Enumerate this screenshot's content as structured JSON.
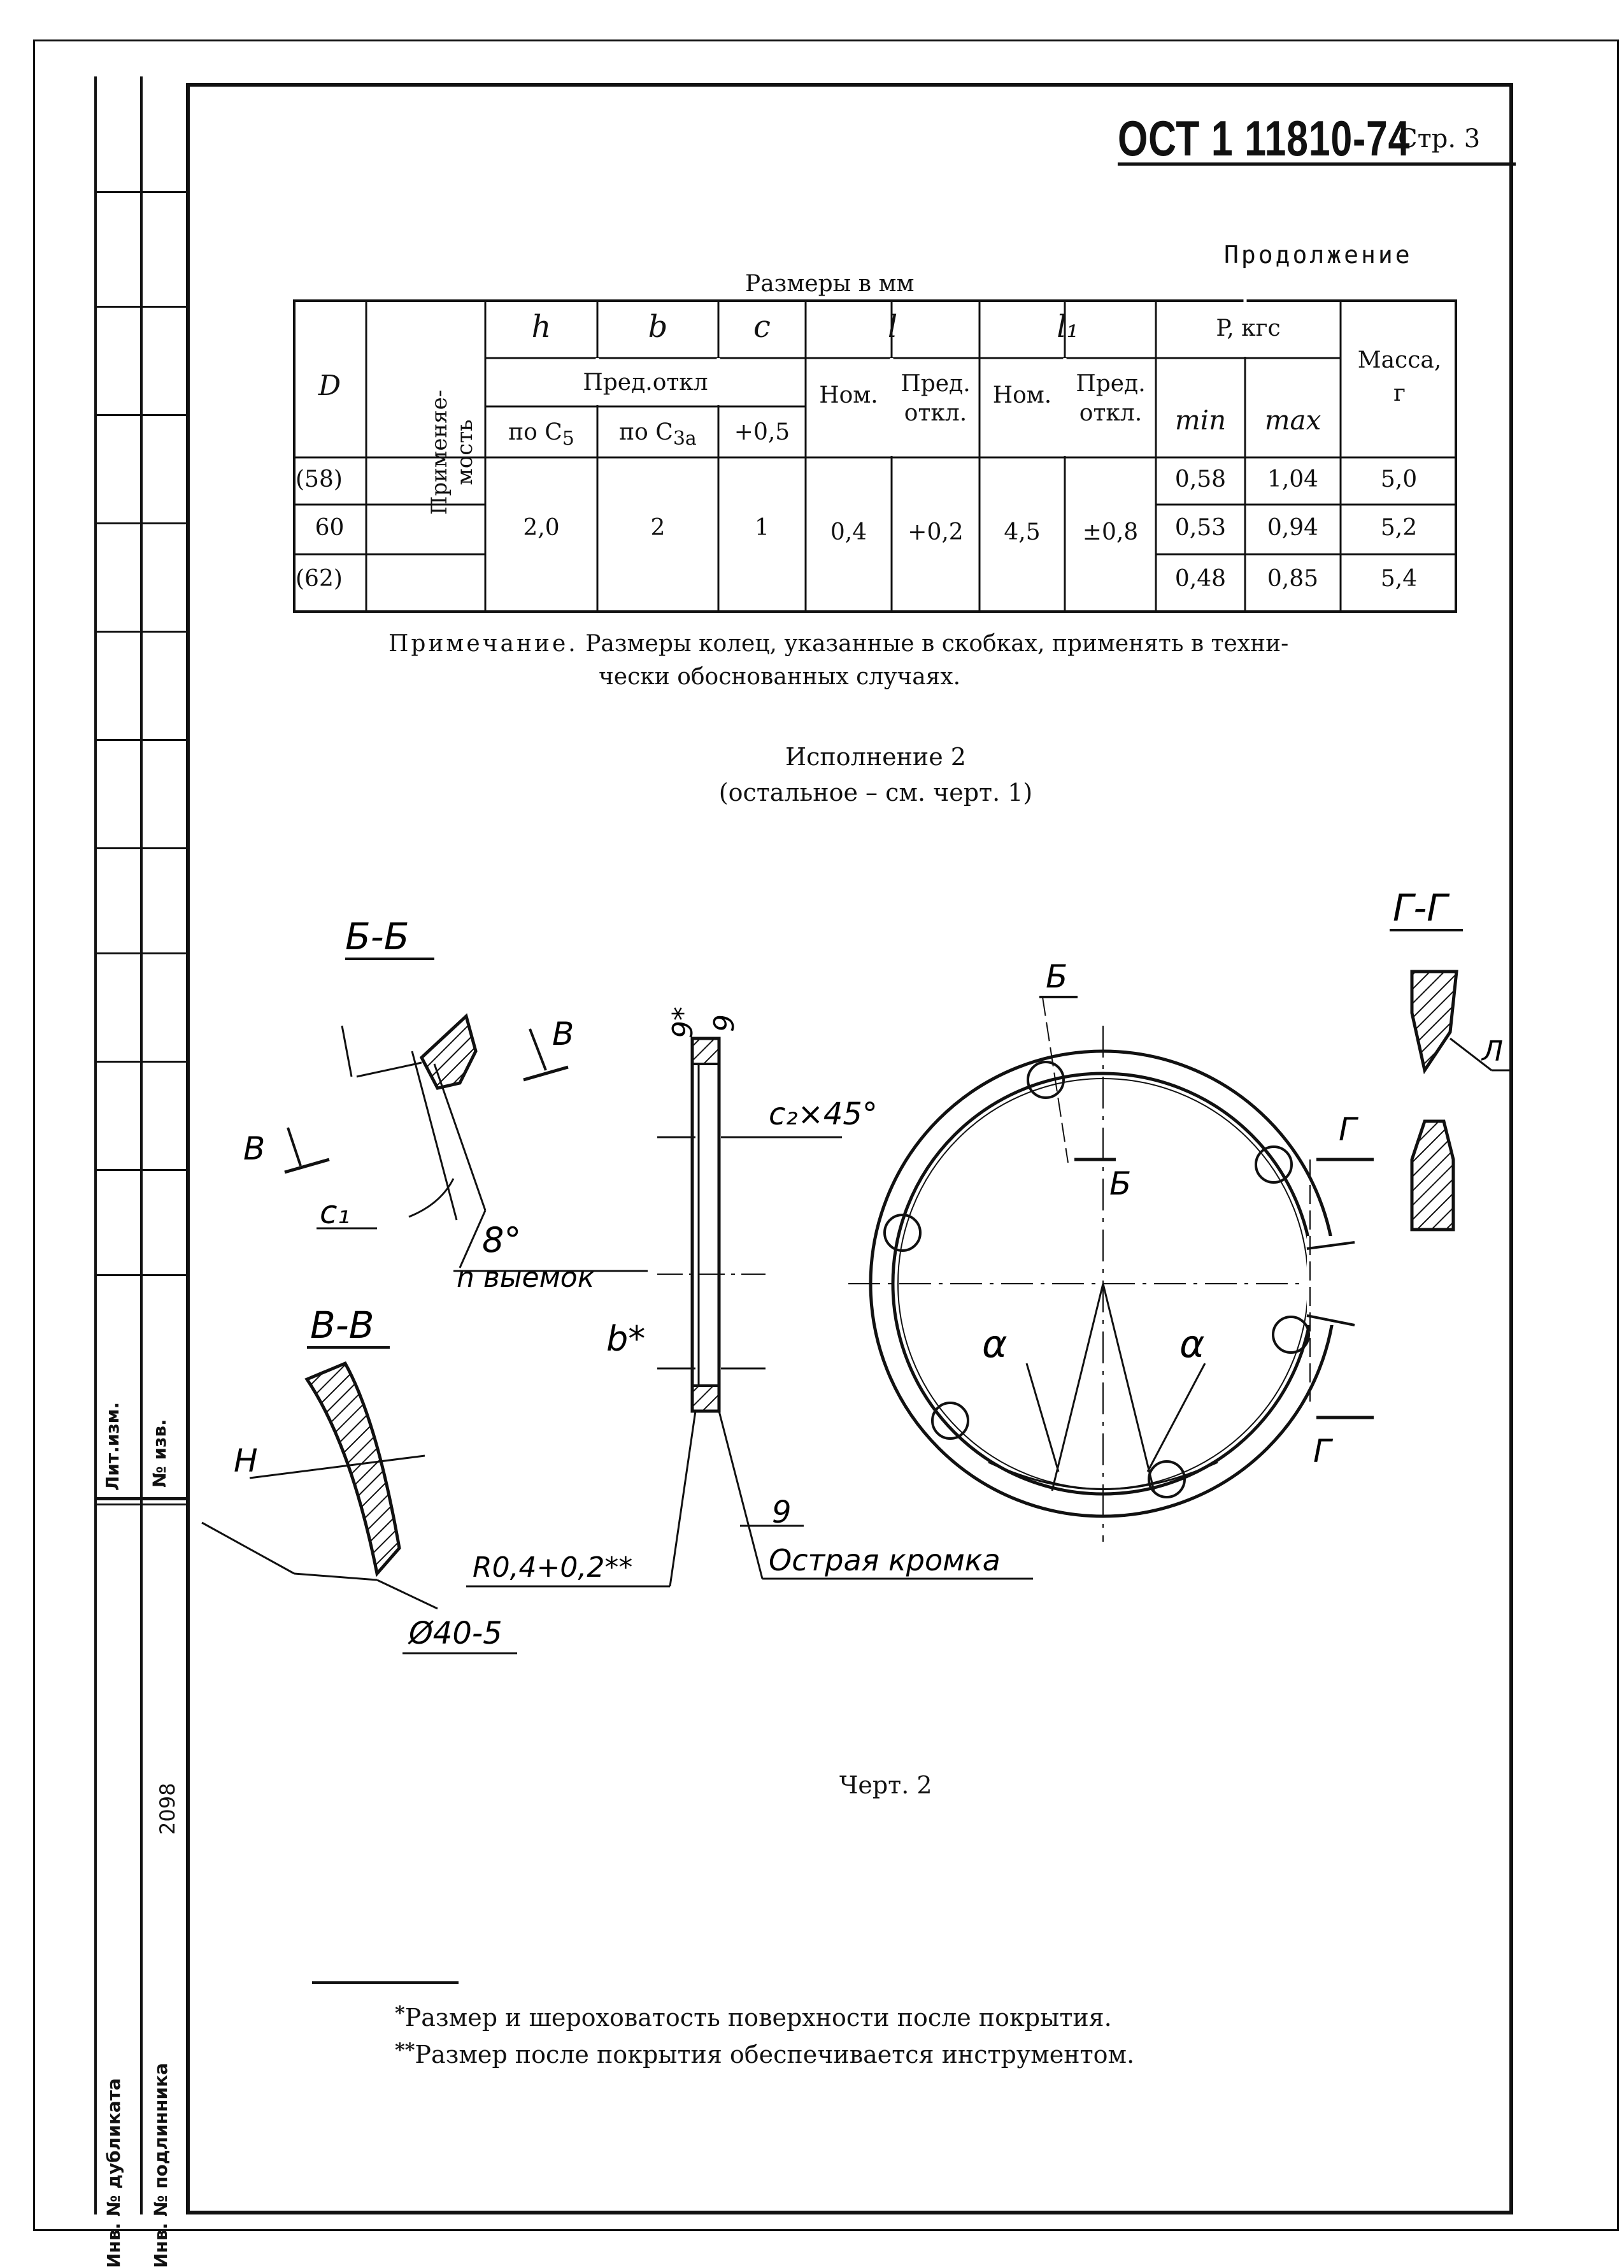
{
  "header": {
    "doc_code": "ОСТ 1 11810-74",
    "page_label": "Стр. 3",
    "continuation": "Продолжение",
    "units": "Размеры в мм"
  },
  "table": {
    "col_headers": {
      "d": "D",
      "usage": "Применяе-мость",
      "h": "h",
      "b": "b",
      "c": "c",
      "l": "l",
      "l1": "l₁",
      "p": "P, кгс",
      "mass": "Масса, г",
      "pred_otkl": "Пред.откл",
      "h_tol": "по С",
      "h_tol_sub": "5",
      "b_tol": "по С",
      "b_tol_sub": "3а",
      "c_tol": "+0,5",
      "l_nom": "Ном.",
      "l_pred": "Пред. откл.",
      "l1_nom": "Ном.",
      "l1_pred": "Пред. откл.",
      "p_min": "min",
      "p_max": "max"
    },
    "rows": [
      {
        "d": "(58)",
        "p_min": "0,58",
        "p_max": "1,04",
        "mass": "5,0"
      },
      {
        "d": "60",
        "p_min": "0,53",
        "p_max": "0,94",
        "mass": "5,2"
      },
      {
        "d": "(62)",
        "p_min": "0,48",
        "p_max": "0,85",
        "mass": "5,4"
      }
    ],
    "merged": {
      "h": "2,0",
      "b": "2",
      "c": "1",
      "l_nom": "0,4",
      "l_pred": "+0,2",
      "l1_nom": "4,5",
      "l1_pred": "±0,8"
    }
  },
  "note": {
    "label": "Примечание.",
    "line1": "Размеры колец, указанные в скобках, применять в техни-",
    "line2": "чески обоснованных случаях."
  },
  "variant": {
    "title": "Исполнение 2",
    "subtitle": "(остальное – см. черт. 1)"
  },
  "drawing": {
    "section_bb": "Б-Б",
    "section_vv": "В-В",
    "section_gg": "Г-Г",
    "label_b": "Б",
    "label_v": "В",
    "label_g": "Г",
    "label_c1": "c₁",
    "angle_8": "8°",
    "n_notches": "n выемок",
    "label_n": "Н",
    "dia_40": "Ø40-5",
    "rough_9a": "9*",
    "rough_9b": "9",
    "rough_9c": "9",
    "chamfer": "c₂×45°",
    "b_star": "b*",
    "radius": "R0,4+0,2**",
    "sharp_edge": "Острая кромка",
    "alpha": "α",
    "label_l": "Л"
  },
  "figure_caption": "Черт. 2",
  "footnotes": {
    "fn1_mark": "*",
    "fn1": "Размер и шероховатость поверхности после покрытия.",
    "fn2_mark": "**",
    "fn2": "Размер после покрытия обеспечивается инструментом."
  },
  "side_strip": {
    "lit_izm": "Лит.изм.",
    "no_izv": "№ изв.",
    "inv_dubl": "Инв. № дубликата",
    "inv_podl": "Инв. № подлинника",
    "inv_number": "2098"
  }
}
